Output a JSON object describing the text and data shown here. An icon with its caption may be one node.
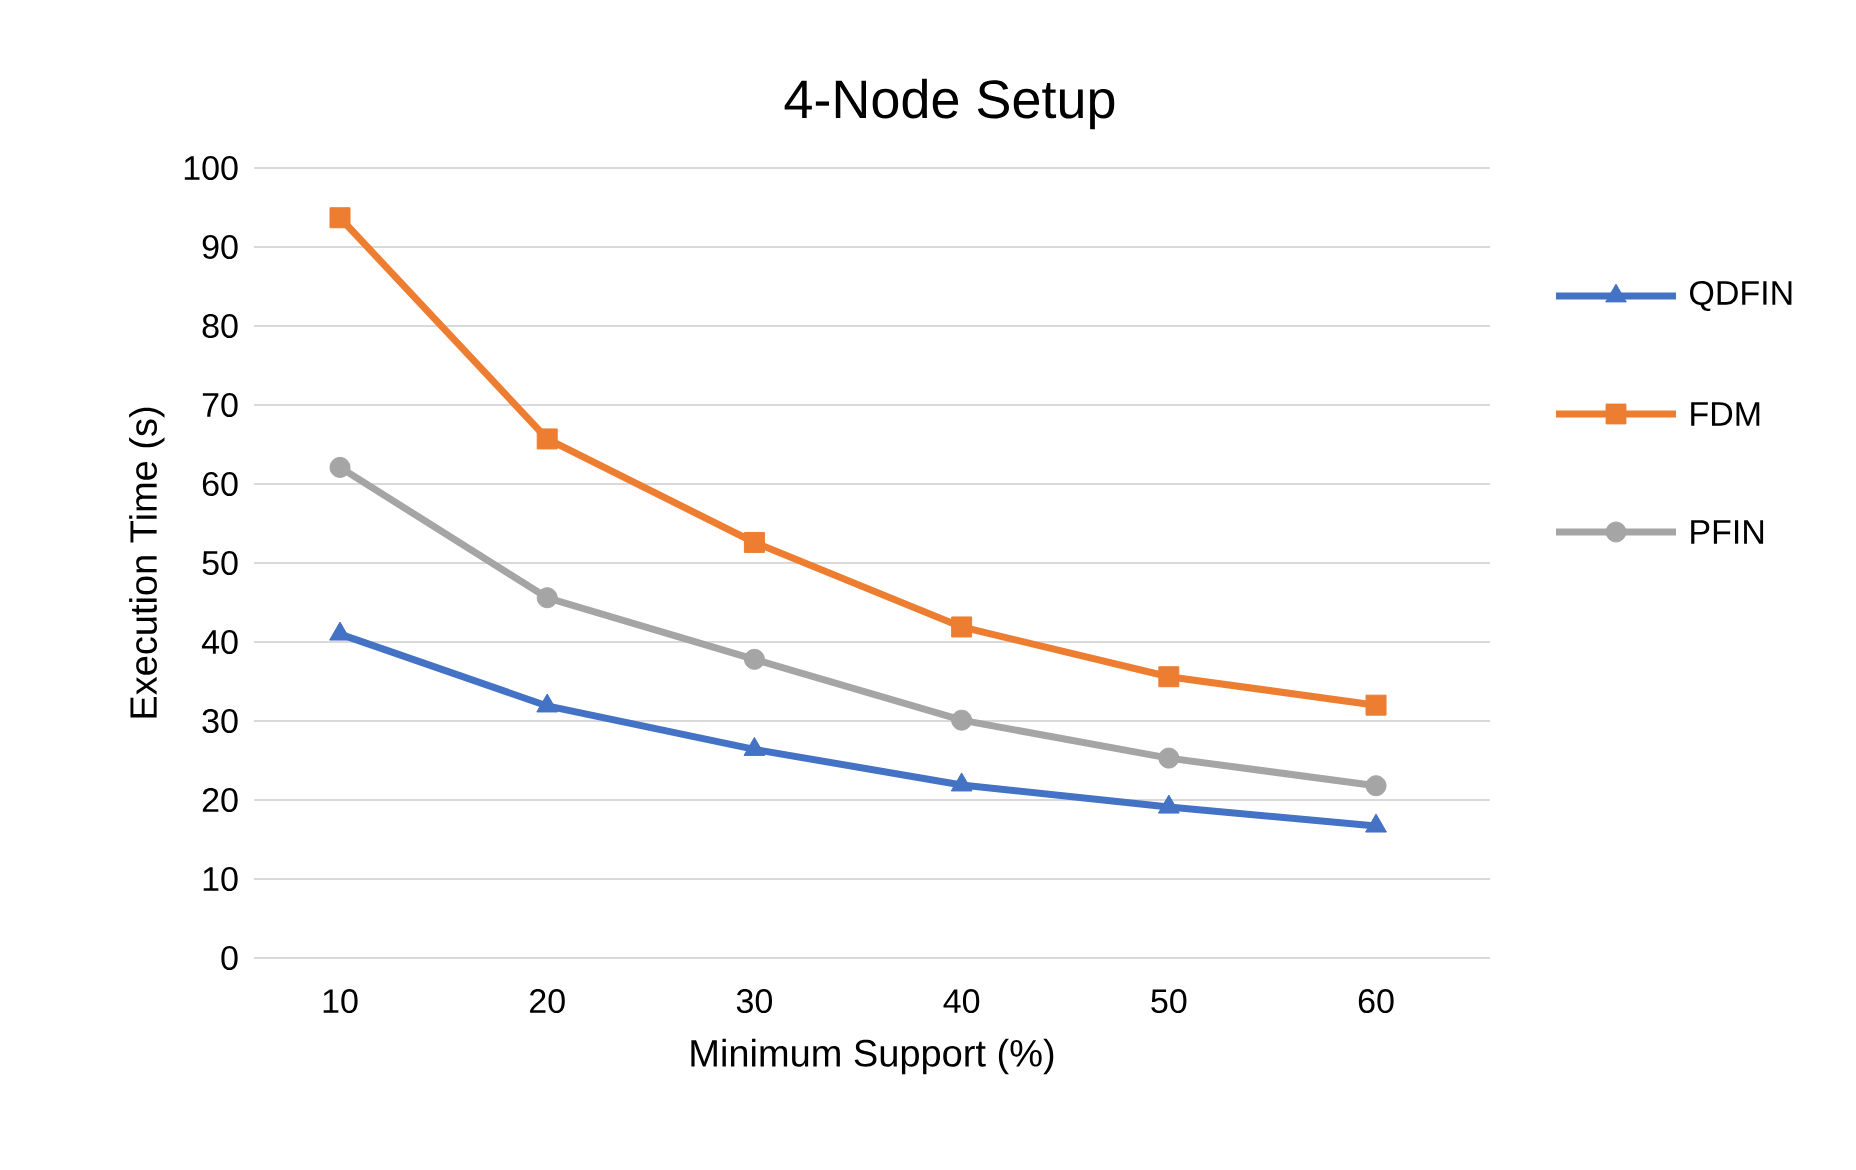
{
  "diagram": {
    "chart_data": {
      "type": "line",
      "title": "4-Node Setup",
      "xlabel": "Minimum Support (%)",
      "ylabel": "Execution Time (s)",
      "categories": [
        10,
        20,
        30,
        40,
        50,
        60
      ],
      "series": [
        {
          "name": "QDFIN",
          "color": "#4472c4",
          "marker": "triangle",
          "values": [
            41,
            31.9,
            26.4,
            21.9,
            19.1,
            16.7
          ]
        },
        {
          "name": "FDM",
          "color": "#ed7d31",
          "marker": "square",
          "values": [
            93.7,
            65.7,
            52.6,
            41.9,
            35.6,
            32.0
          ]
        },
        {
          "name": "PFIN",
          "color": "#a5a5a5",
          "marker": "circle",
          "values": [
            62.1,
            45.6,
            37.8,
            30.1,
            25.3,
            21.8
          ]
        }
      ],
      "grid": "y",
      "legend": "right",
      "ylim": [
        0,
        100
      ],
      "yticks": [
        0,
        10,
        20,
        30,
        40,
        50,
        60,
        70,
        80,
        90,
        100
      ]
    }
  }
}
